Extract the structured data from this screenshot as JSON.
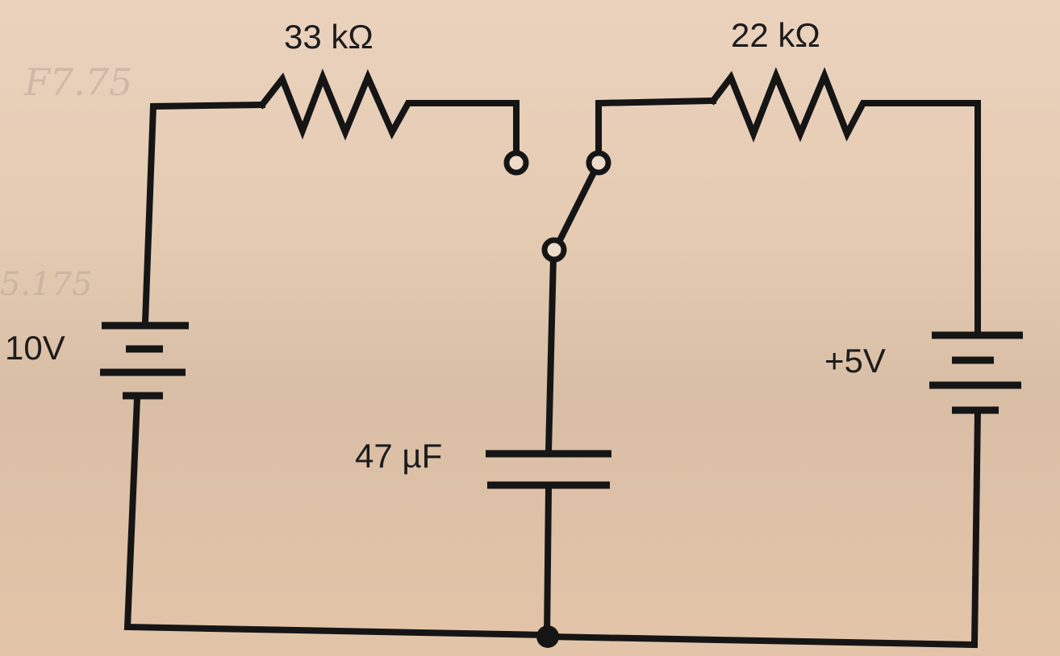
{
  "diagram": {
    "components": {
      "resistor_left": {
        "value_label": "33 kΩ"
      },
      "resistor_right": {
        "value_label": "22 kΩ"
      },
      "battery_left": {
        "value_label": "10V"
      },
      "battery_right": {
        "value_label": "+5V"
      },
      "capacitor": {
        "value_label": "47 µF"
      }
    },
    "handwriting": {
      "note_top": "F7.75",
      "note_left": "5.175"
    },
    "colors": {
      "ink": "#151515",
      "paper": "#e6cbb3"
    }
  }
}
